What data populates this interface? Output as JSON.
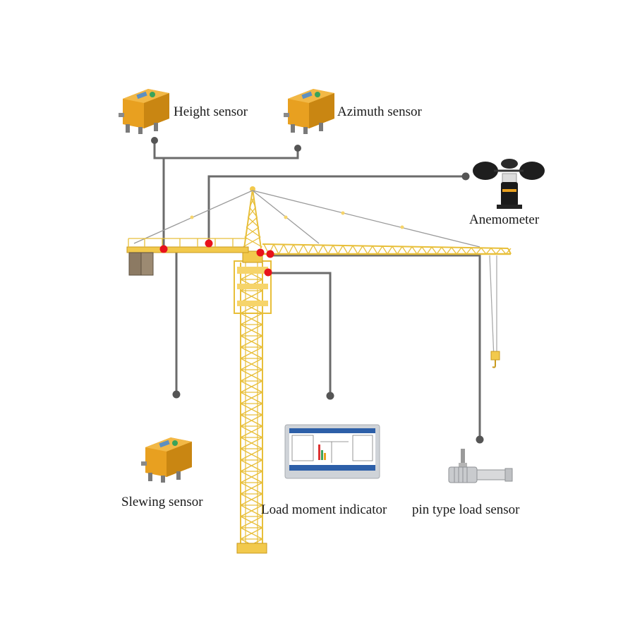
{
  "labels": {
    "height_sensor": "Height sensor",
    "azimuth_sensor": "Azimuth sensor",
    "anemometer": "Anemometer",
    "slewing_sensor": "Slewing sensor",
    "load_moment_indicator": "Load moment indicator",
    "pin_type_load_sensor": "pin type load sensor"
  },
  "colors": {
    "crane_yellow": "#f2c94c",
    "crane_dark": "#c99a1e",
    "sensor_orange": "#e8a020",
    "connector_line": "#6b6b6b",
    "sensor_point": "#e8121b",
    "background": "#ffffff"
  }
}
